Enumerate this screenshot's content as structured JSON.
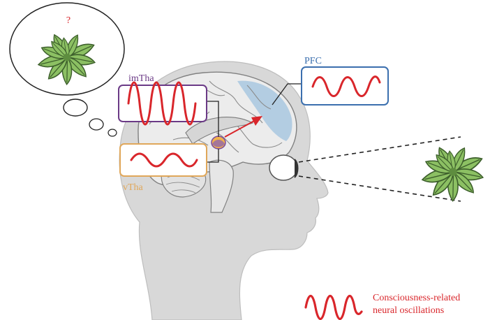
{
  "thought_bubble": {
    "mark": "?"
  },
  "boxes": {
    "imtha": {
      "label": "imTha",
      "color": "#6b3a86"
    },
    "vtha": {
      "label": "vTha",
      "color": "#e0a75a"
    },
    "pfc": {
      "label": "PFC",
      "color": "#3b6fae"
    }
  },
  "legend": {
    "line1": "Consciousness-related",
    "line2": "neural oscillations",
    "color": "#d9262b"
  },
  "colors": {
    "wave": "#d9262b",
    "head": "#d8d8d8",
    "brain": "#ebebeb",
    "pfc_region": "#a9c8e0",
    "plant_light": "#8cc063",
    "plant_dark": "#4f7d3a"
  }
}
